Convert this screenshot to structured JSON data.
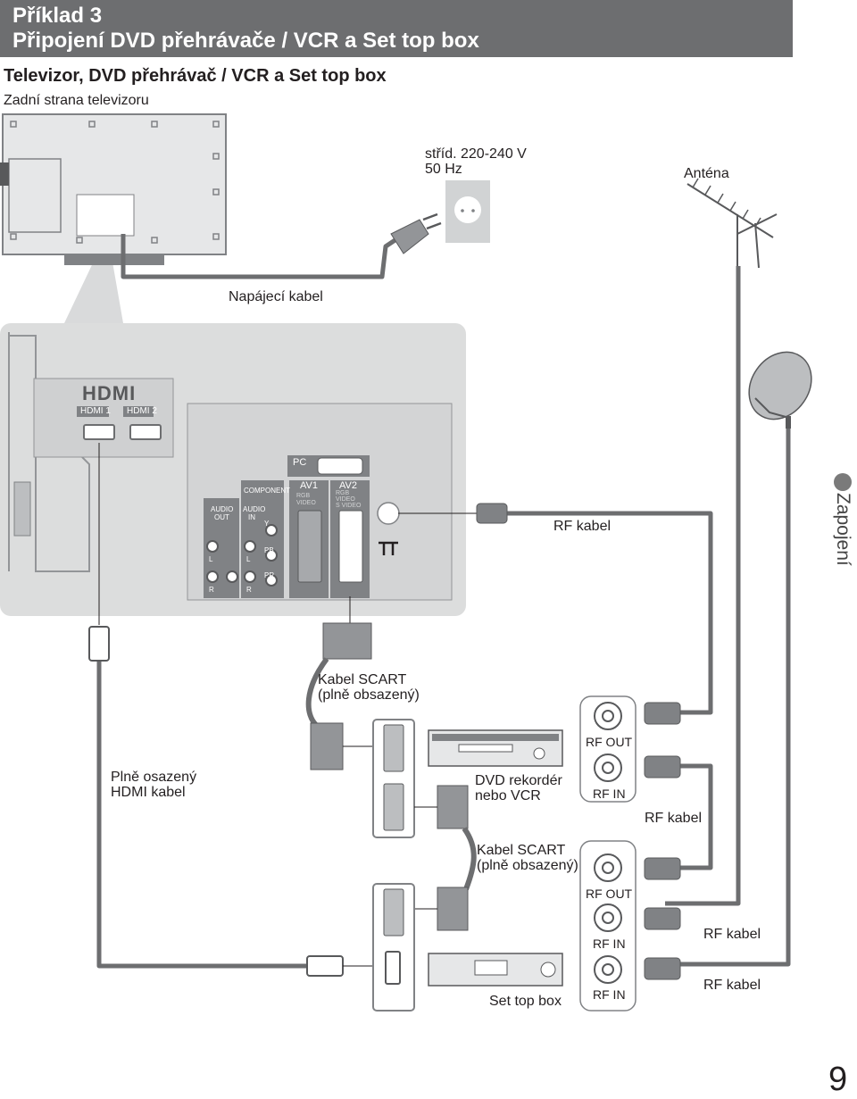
{
  "header": {
    "line1": "Příklad 3",
    "line2": "Připojení DVD přehrávače / VCR a Set top box"
  },
  "subtitle": "Televizor, DVD přehrávač / VCR a Set top box",
  "back_label": "Zadní strana televizoru",
  "power": {
    "line1": "stříd. 220-240 V",
    "line2": "50 Hz",
    "cable": "Napájecí kabel"
  },
  "antenna": "Anténa",
  "panel": {
    "hdmi_logo": "HDMI",
    "hdmi1": "HDMI 1",
    "hdmi2": "HDMI 2",
    "pc": "PC",
    "component": "COMPONENT",
    "audio_out": [
      "AUDIO",
      "OUT"
    ],
    "audio_in": [
      "AUDIO",
      "IN"
    ],
    "av1": "AV1",
    "av2": "AV2",
    "av1_sub": "RGB VIDEO",
    "av2_sub": [
      "RGB",
      "VIDEO",
      "S VIDEO"
    ],
    "l": "L",
    "r": "R",
    "y": "Y",
    "pb": "PB",
    "pr": "PR"
  },
  "labels": {
    "rf_kabel_1": "RF kabel",
    "scart_1": [
      "Kabel SCART",
      "(plně obsazený)"
    ],
    "hdmi_cable": [
      "Plně osazený",
      "HDMI kabel"
    ],
    "recorder": [
      "DVD rekordér",
      "nebo VCR"
    ],
    "rf_out_1": "RF OUT",
    "rf_in_1": "RF IN",
    "rf_kabel_2": "RF kabel",
    "scart_2": [
      "Kabel SCART",
      "(plně obsazený)"
    ],
    "rf_out_2": "RF OUT",
    "rf_in_2": "RF IN",
    "rf_kabel_3": "RF kabel",
    "stb": "Set top box",
    "rf_in_3": "RF IN",
    "rf_kabel_4": "RF kabel"
  },
  "side_tab": "Zapojení",
  "page_number": "9",
  "colors": {
    "header": "#6d6e70",
    "panel": "#dcdddd",
    "cable": "#6d6e70",
    "port": "#808285"
  }
}
